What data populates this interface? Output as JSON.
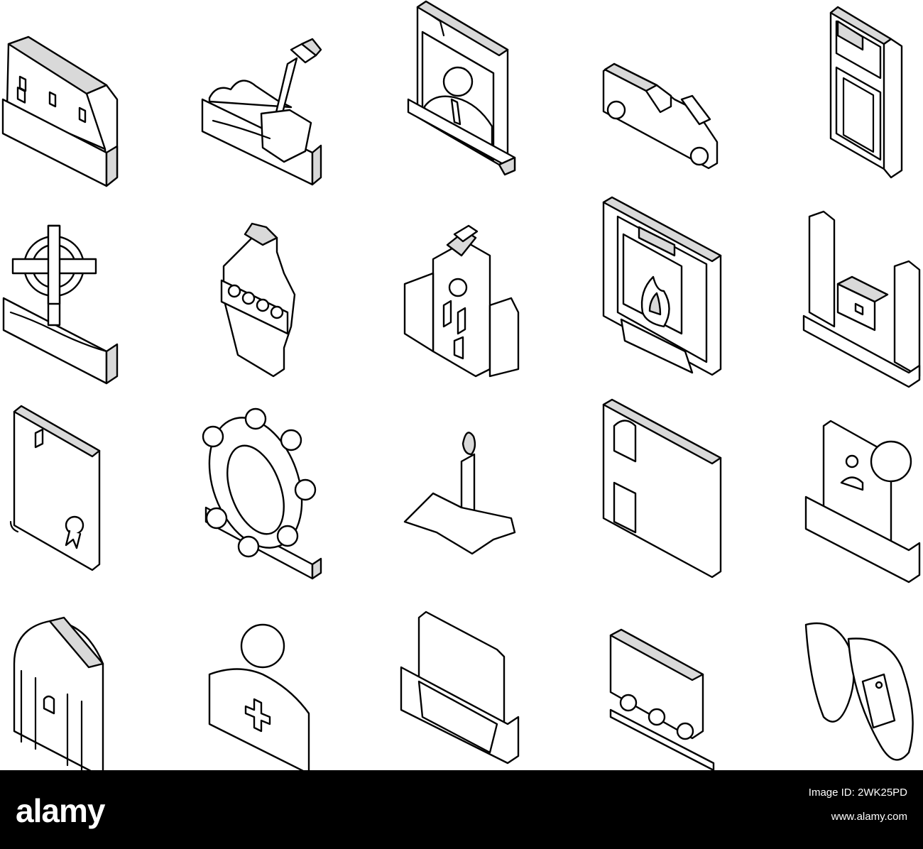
{
  "icons": [
    "coffin-icon",
    "shovel-grave-icon",
    "memorial-portrait-icon",
    "hearse-icon",
    "crypt-door-icon",
    "celtic-cross-icon",
    "urn-icon",
    "church-icon",
    "crematorium-icon",
    "columbarium-icon",
    "scroll-icon",
    "wreath-icon",
    "candle-hand-icon",
    "niche-wall-icon",
    "tombstone-portrait-icon",
    "mausoleum-icon",
    "priest-icon",
    "gravestone-rip-icon",
    "pallbearers-coffin-icon",
    "toe-tag-feet-icon"
  ],
  "colors": {
    "stroke": "#000000",
    "fill": "#ffffff",
    "shade": "#d9d9d9",
    "footer_bg": "#000000",
    "footer_text": "#ffffff"
  },
  "watermark": {
    "logo": "alamy",
    "image_id": "Image ID: 2WK25PD",
    "website": "www.alamy.com"
  }
}
